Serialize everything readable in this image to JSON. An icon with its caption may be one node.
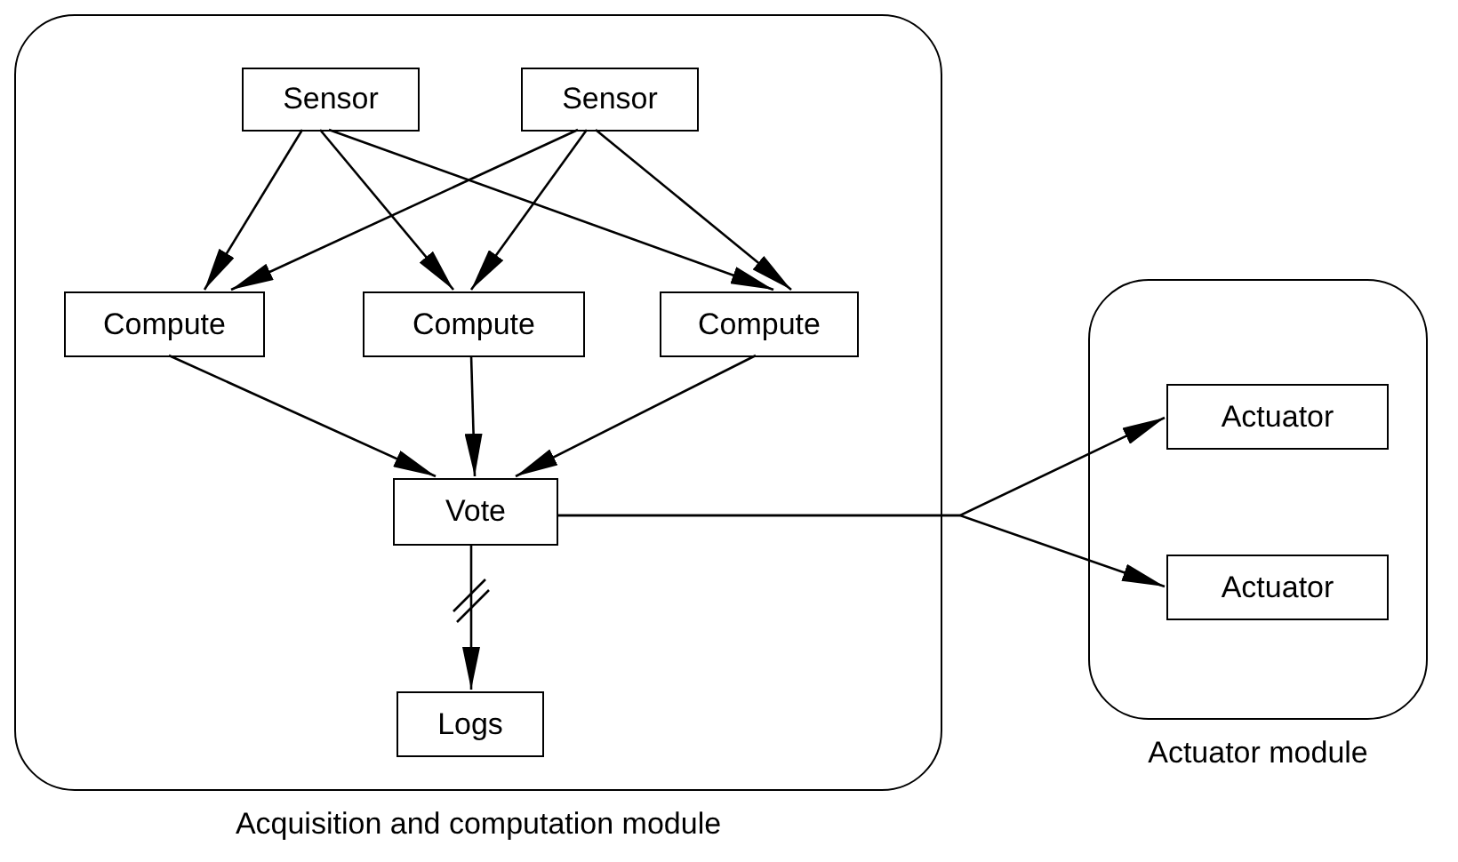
{
  "diagram": {
    "nodes": [
      {
        "text": [
          "Acquisition and computation module"
        ]
      },
      {
        "text": [
          "Sensor"
        ],
        "in": 0
      },
      {
        "text": [
          "Sensor"
        ],
        "in": 0
      },
      {
        "text": [
          "Compute"
        ],
        "in": 0
      },
      {
        "text": [
          "Compute"
        ],
        "in": 0
      },
      {
        "text": [
          "Compute"
        ],
        "in": 0
      },
      {
        "text": [
          "Vote"
        ],
        "in": 0
      },
      {
        "text": [
          "Logs"
        ],
        "in": 0
      },
      {
        "text": [
          "Actuator module"
        ]
      },
      {
        "text": [
          "Actuator"
        ],
        "in": 8
      },
      {
        "text": [
          "Actuator"
        ],
        "in": 8
      }
    ],
    "edges": [
      {
        "from": 1,
        "to": 3,
        "arrow": "to"
      },
      {
        "from": 1,
        "to": 4,
        "arrow": "to"
      },
      {
        "from": 1,
        "to": 5,
        "arrow": "to"
      },
      {
        "from": 2,
        "to": 3,
        "arrow": "to"
      },
      {
        "from": 2,
        "to": 4,
        "arrow": "to"
      },
      {
        "from": 2,
        "to": 5,
        "arrow": "to"
      },
      {
        "from": 3,
        "to": 6,
        "arrow": "to"
      },
      {
        "from": 4,
        "to": 6,
        "arrow": "to"
      },
      {
        "from": 5,
        "to": 6,
        "arrow": "to"
      },
      {
        "from": 6,
        "to": 7,
        "arrow": "to"
      },
      {
        "from": 6,
        "to": 9,
        "arrow": "to"
      },
      {
        "from": 6,
        "to": 10,
        "arrow": "to"
      }
    ]
  }
}
